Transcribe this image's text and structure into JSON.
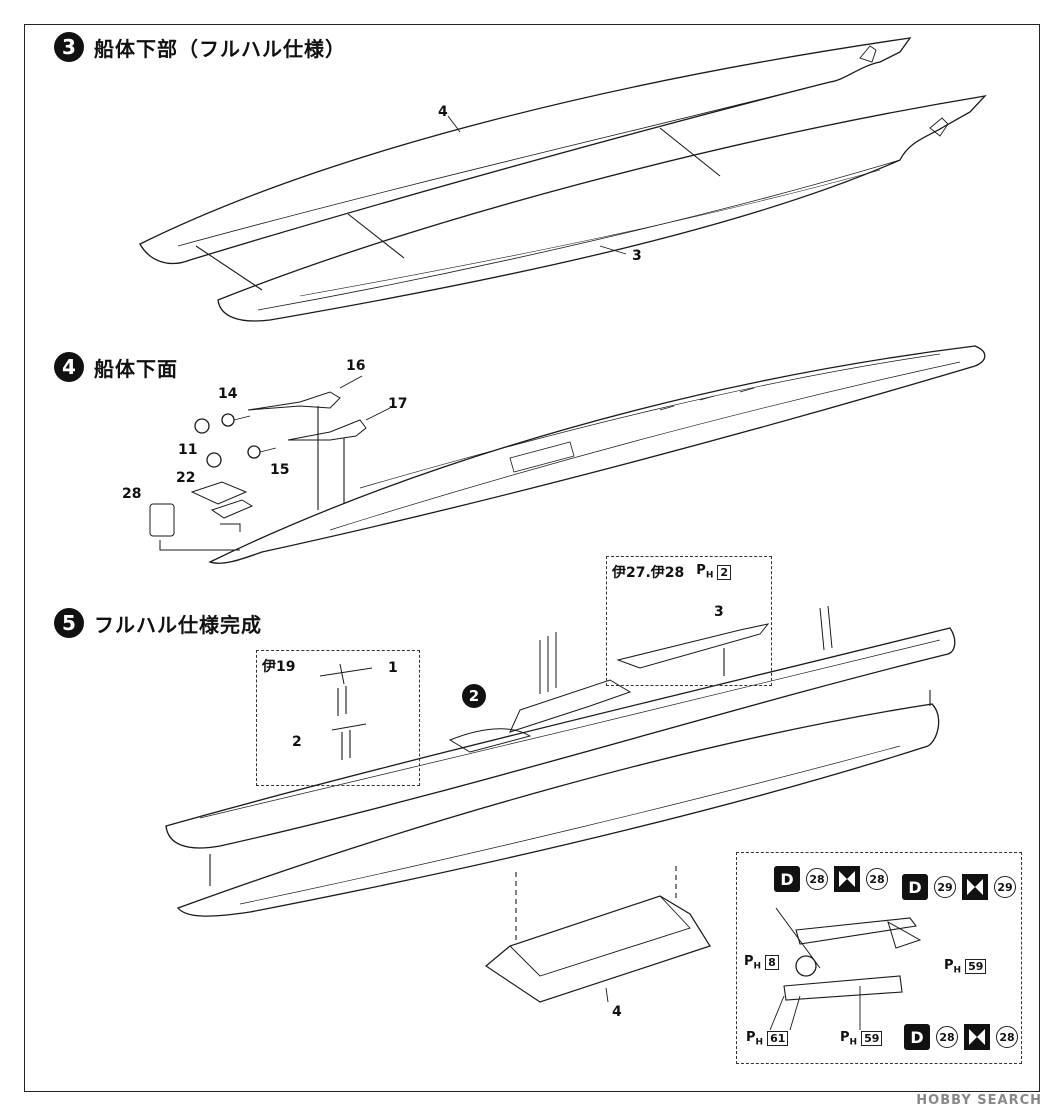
{
  "steps": [
    {
      "num": "3",
      "title": "船体下部（フルハル仕様）"
    },
    {
      "num": "4",
      "title": "船体下面"
    },
    {
      "num": "5",
      "title": "フルハル仕様完成"
    }
  ],
  "parts_step3": {
    "p4": "4",
    "p3": "3"
  },
  "parts_step4": {
    "p16": "16",
    "p17": "17",
    "p14": "14",
    "p11": "11",
    "p15": "15",
    "p22": "22",
    "p28": "28"
  },
  "parts_step5": {
    "p1": "1",
    "p2": "2",
    "p3": "3",
    "p4": "4",
    "marker": "2"
  },
  "callouts": {
    "i19": "伊19",
    "i27_28": "伊27.伊28",
    "ph_letter": "P",
    "ph_sub": "H",
    "ph_2": "2"
  },
  "decals": {
    "top_left": {
      "d": "D",
      "d_num": "28",
      "x_num": "28"
    },
    "top_right": {
      "d": "D",
      "d_num": "29",
      "x_num": "29"
    },
    "bottom": {
      "d": "D",
      "d_num": "28",
      "x_num": "28"
    },
    "ph8": "8",
    "ph59a": "59",
    "ph61": "61",
    "ph59b": "59"
  },
  "watermark": "HOBBY SEARCH"
}
